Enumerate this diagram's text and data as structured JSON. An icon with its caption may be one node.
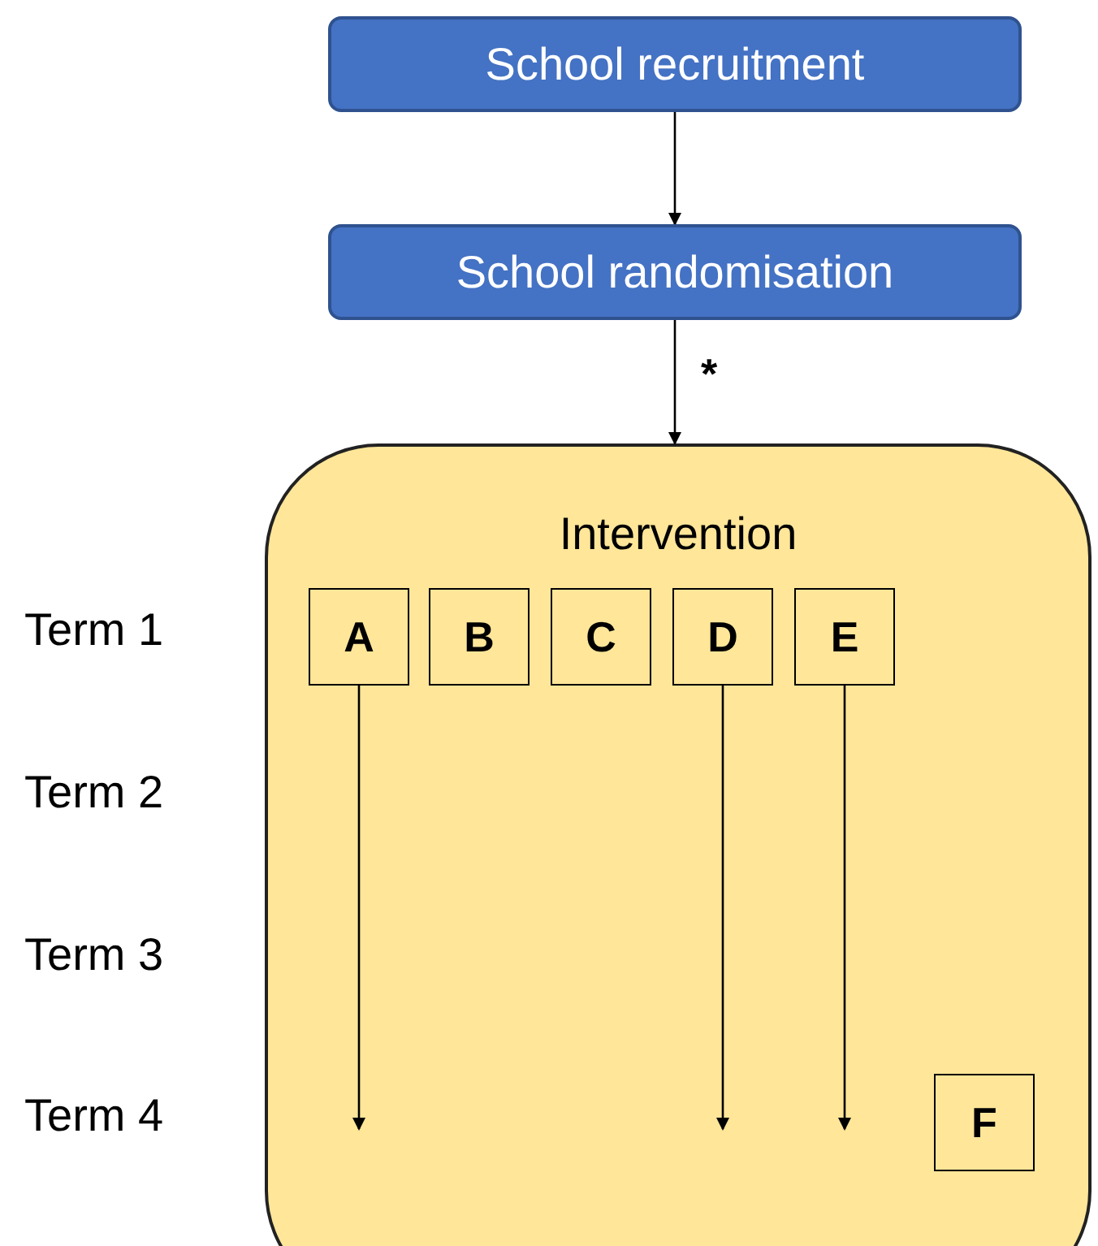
{
  "diagram": {
    "nodes": [
      {
        "text": [
          "School recruitment"
        ]
      },
      {
        "text": [
          "School randomisation"
        ]
      },
      {
        "text": [
          "Intervention"
        ]
      },
      {
        "text": [
          "A"
        ],
        "in": 2
      },
      {
        "text": [
          "B"
        ],
        "in": 2
      },
      {
        "text": [
          "C"
        ],
        "in": 2
      },
      {
        "text": [
          "D"
        ],
        "in": 2
      },
      {
        "text": [
          "E"
        ],
        "in": 2
      },
      {
        "text": [
          "F"
        ],
        "in": 2
      }
    ],
    "edges": [
      {
        "from": 0,
        "to": 1,
        "arrow": "to"
      },
      {
        "from": 1,
        "to": 2,
        "arrow": "to",
        "label": "*"
      },
      {
        "from": 3,
        "to": null,
        "arrow": "to"
      },
      {
        "from": 6,
        "to": null,
        "arrow": "to"
      },
      {
        "from": 7,
        "to": null,
        "arrow": "to"
      }
    ],
    "labels": [
      "Term 1",
      "Term 2",
      "Term 3",
      "Term 4"
    ]
  }
}
